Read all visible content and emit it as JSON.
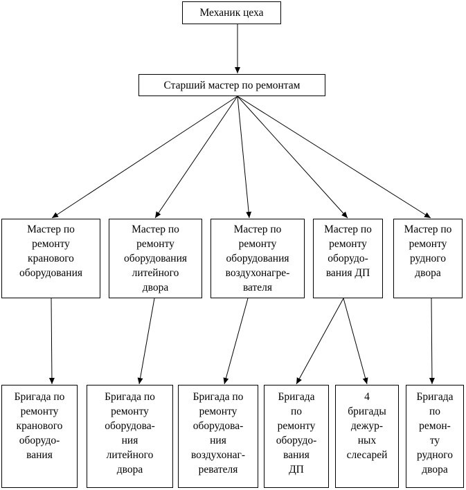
{
  "diagram": {
    "root": {
      "label": "Механик цеха"
    },
    "senior": {
      "label": "Старший мастер по ремонтам"
    },
    "masters": [
      {
        "label": "Мастер по\nремонту\nкранового\nоборудования"
      },
      {
        "label": "Мастер по\nремонту\nоборудования\nлитейного\nдвора"
      },
      {
        "label": "Мастер по\nремонту\nоборудования\nвоздухонагре-\nвателя"
      },
      {
        "label": "Мастер по\nремонту\nоборудо-\nвания ДП"
      },
      {
        "label": "Мастер по\nремонту\nрудного\nдвора"
      }
    ],
    "teams": [
      {
        "label": "Бригада по\nремонту\nкранового\nоборудо-\nвания"
      },
      {
        "label": "Бригада по\nремонту\nоборудова-\nния\nлитейного\nдвора"
      },
      {
        "label": "Бригада по\nремонту\nоборудова-\nния\nвоздухонаг-\nревателя"
      },
      {
        "label": "Бригада\nпо\nремонту\nоборудо-\nвания\nДП"
      },
      {
        "label": "4\nбригады\nдежур-\nных\nслесарей"
      },
      {
        "label": "Бригада\nпо\nремон-\nту\nрудного\nдвора"
      }
    ]
  }
}
